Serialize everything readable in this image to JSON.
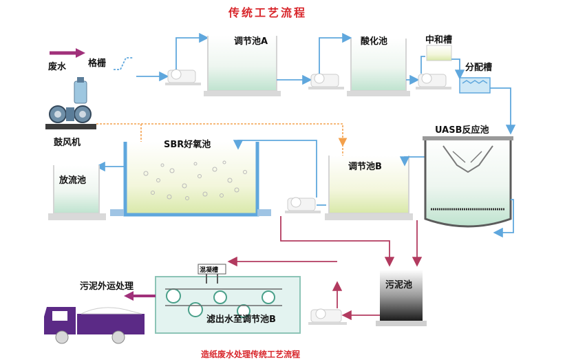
{
  "title": "传统工艺流程",
  "caption": "造纸废水处理传统工艺流程",
  "labels": {
    "wastewater": "废水",
    "screen": "格栅",
    "equalization_a": "调节池A",
    "acidification": "酸化池",
    "neutralization": "中和槽",
    "distribution": "分配槽",
    "blower": "鼓风机",
    "sbr": "SBR好氧池",
    "equalization_b": "调节池B",
    "uasb": "UASB反应池",
    "discharge": "放流池",
    "sludge_tank": "污泥池",
    "coagulation": "混凝槽",
    "sludge_transport": "污泥外运处理",
    "filtrate": "滤出水至调节池B"
  },
  "colors": {
    "water_line": "#5fa7dd",
    "air_line": "#f3a04b",
    "sludge_line": "#b23a5f",
    "title": "#d8262b",
    "truck": "#5b2a86"
  }
}
